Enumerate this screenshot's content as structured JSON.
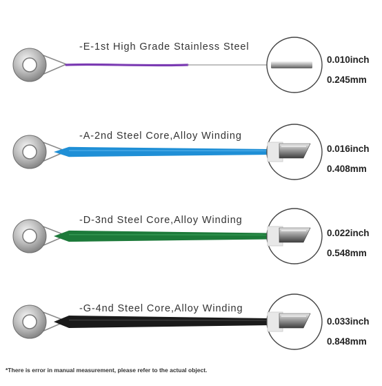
{
  "strings": [
    {
      "label": "-E-1st High Grade Stainless Steel",
      "inch": "0.010inch",
      "mm": "0.245mm",
      "winding_color": "#7b3bb3",
      "winding_highlight": "#a874d6",
      "tip": "plain"
    },
    {
      "label": "-A-2nd Steel Core,Alloy Winding",
      "inch": "0.016inch",
      "mm": "0.408mm",
      "winding_color": "#1f8fd6",
      "winding_highlight": "#5fb8ee",
      "tip": "wound"
    },
    {
      "label": "-D-3nd Steel Core,Alloy Winding",
      "inch": "0.022inch",
      "mm": "0.548mm",
      "winding_color": "#1d7a3a",
      "winding_highlight": "#3ea65d",
      "tip": "wound"
    },
    {
      "label": "-G-4nd Steel Core,Alloy Winding",
      "inch": "0.033inch",
      "mm": "0.848mm",
      "winding_color": "#1a1a1a",
      "winding_highlight": "#4a4a4a",
      "tip": "wound"
    }
  ],
  "footnote": "*There is error in manual measurement, please refer to the actual object."
}
